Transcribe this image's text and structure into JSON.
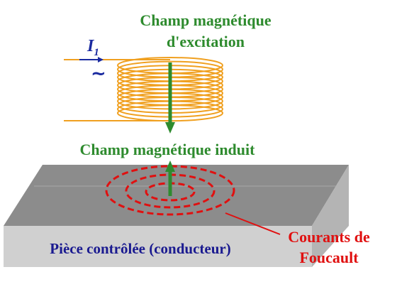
{
  "labels": {
    "excitation_line1": "Champ magnétique",
    "excitation_line2": "d'excitation",
    "induced": "Champ magnétique induit",
    "current_symbol": "I",
    "current_subscript": "1",
    "ac_symbol": "~",
    "eddy_line1": "Courants de",
    "eddy_line2": "Foucault",
    "part": "Pièce contrôlée (conducteur)"
  },
  "colors": {
    "field_green": "#2e8b2e",
    "eddy_red": "#e01010",
    "coil_orange": "#f0a020",
    "current_blue": "#1a2aa0",
    "part_text": "#1a1a90",
    "plate_top": "#8c8c8c",
    "plate_front": "#d0d0d0",
    "plate_side": "#b4b4b4"
  }
}
